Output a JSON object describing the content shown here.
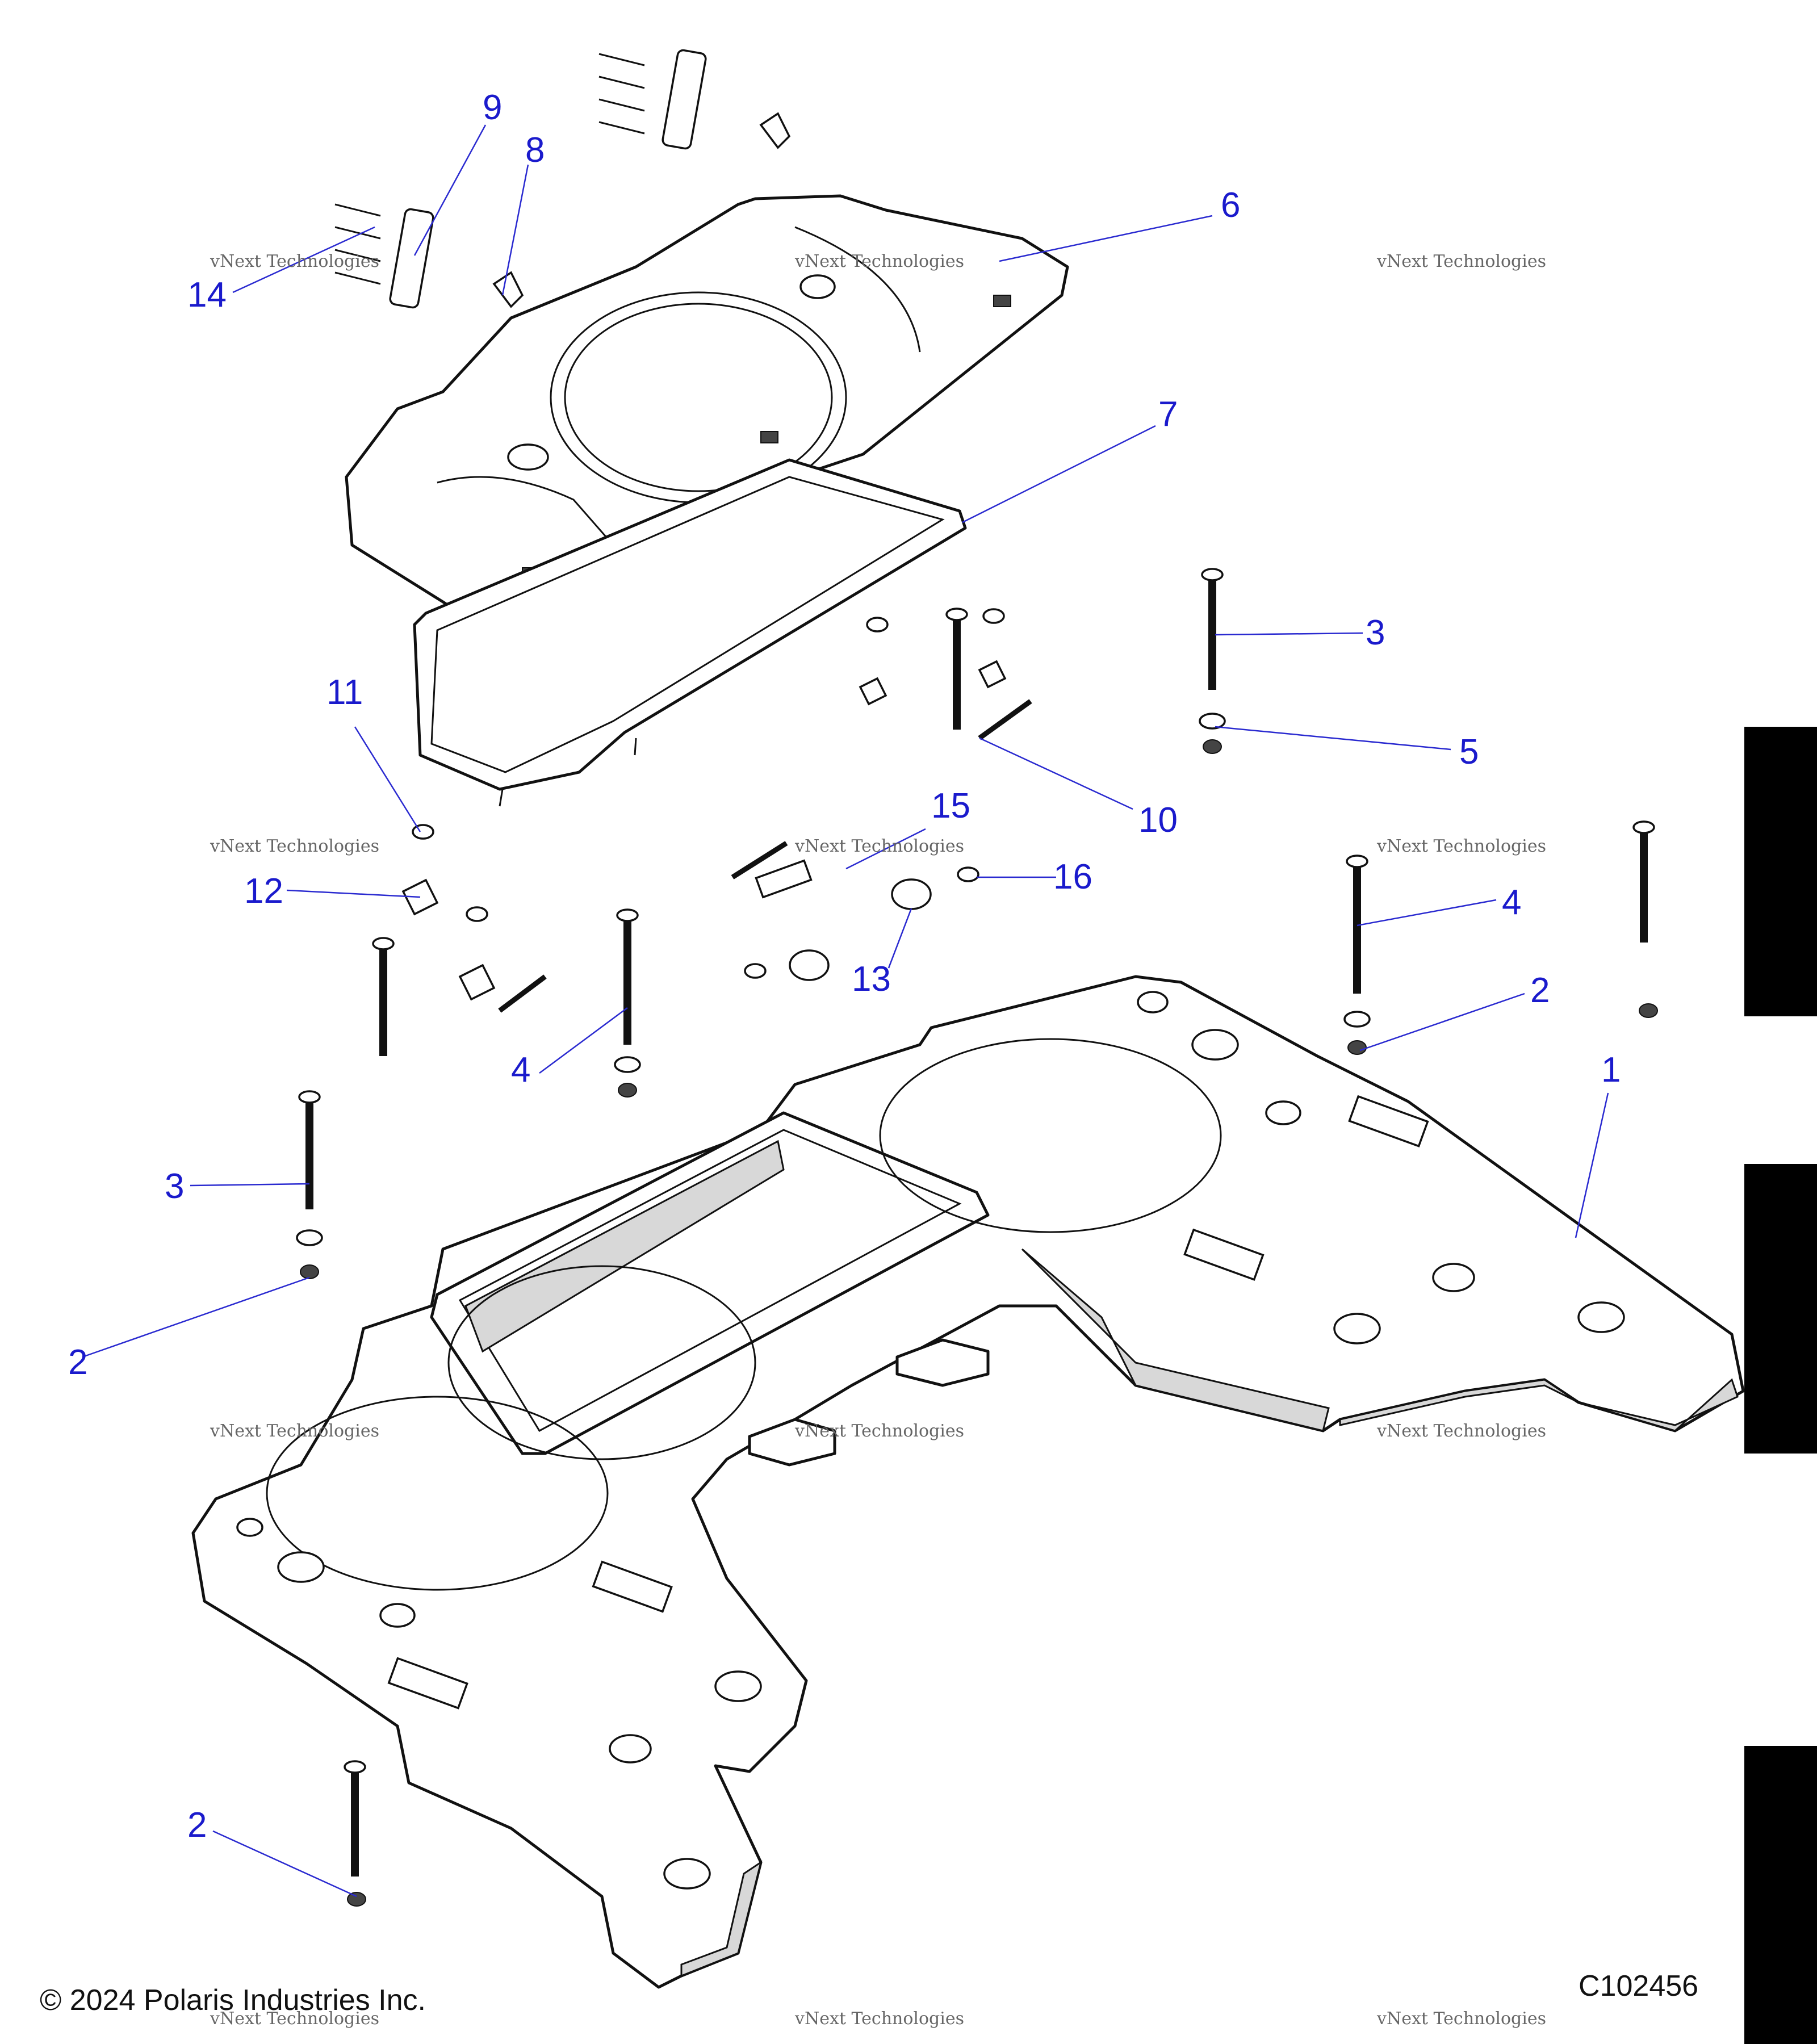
{
  "diagram": {
    "callouts": [
      "1",
      "2",
      "3",
      "4",
      "5",
      "6",
      "7",
      "8",
      "9",
      "10",
      "11",
      "12",
      "13",
      "14",
      "15",
      "16"
    ],
    "watermark": {
      "line1": "vNext Technologies",
      "line2": "vNext",
      "line3": "Technologies"
    },
    "copyright": "© 2024 Polaris Industries Inc.",
    "figure_code": "C102456"
  },
  "colors": {
    "callout": "#1a1acc",
    "line": "#111111",
    "tab": "#000000"
  }
}
